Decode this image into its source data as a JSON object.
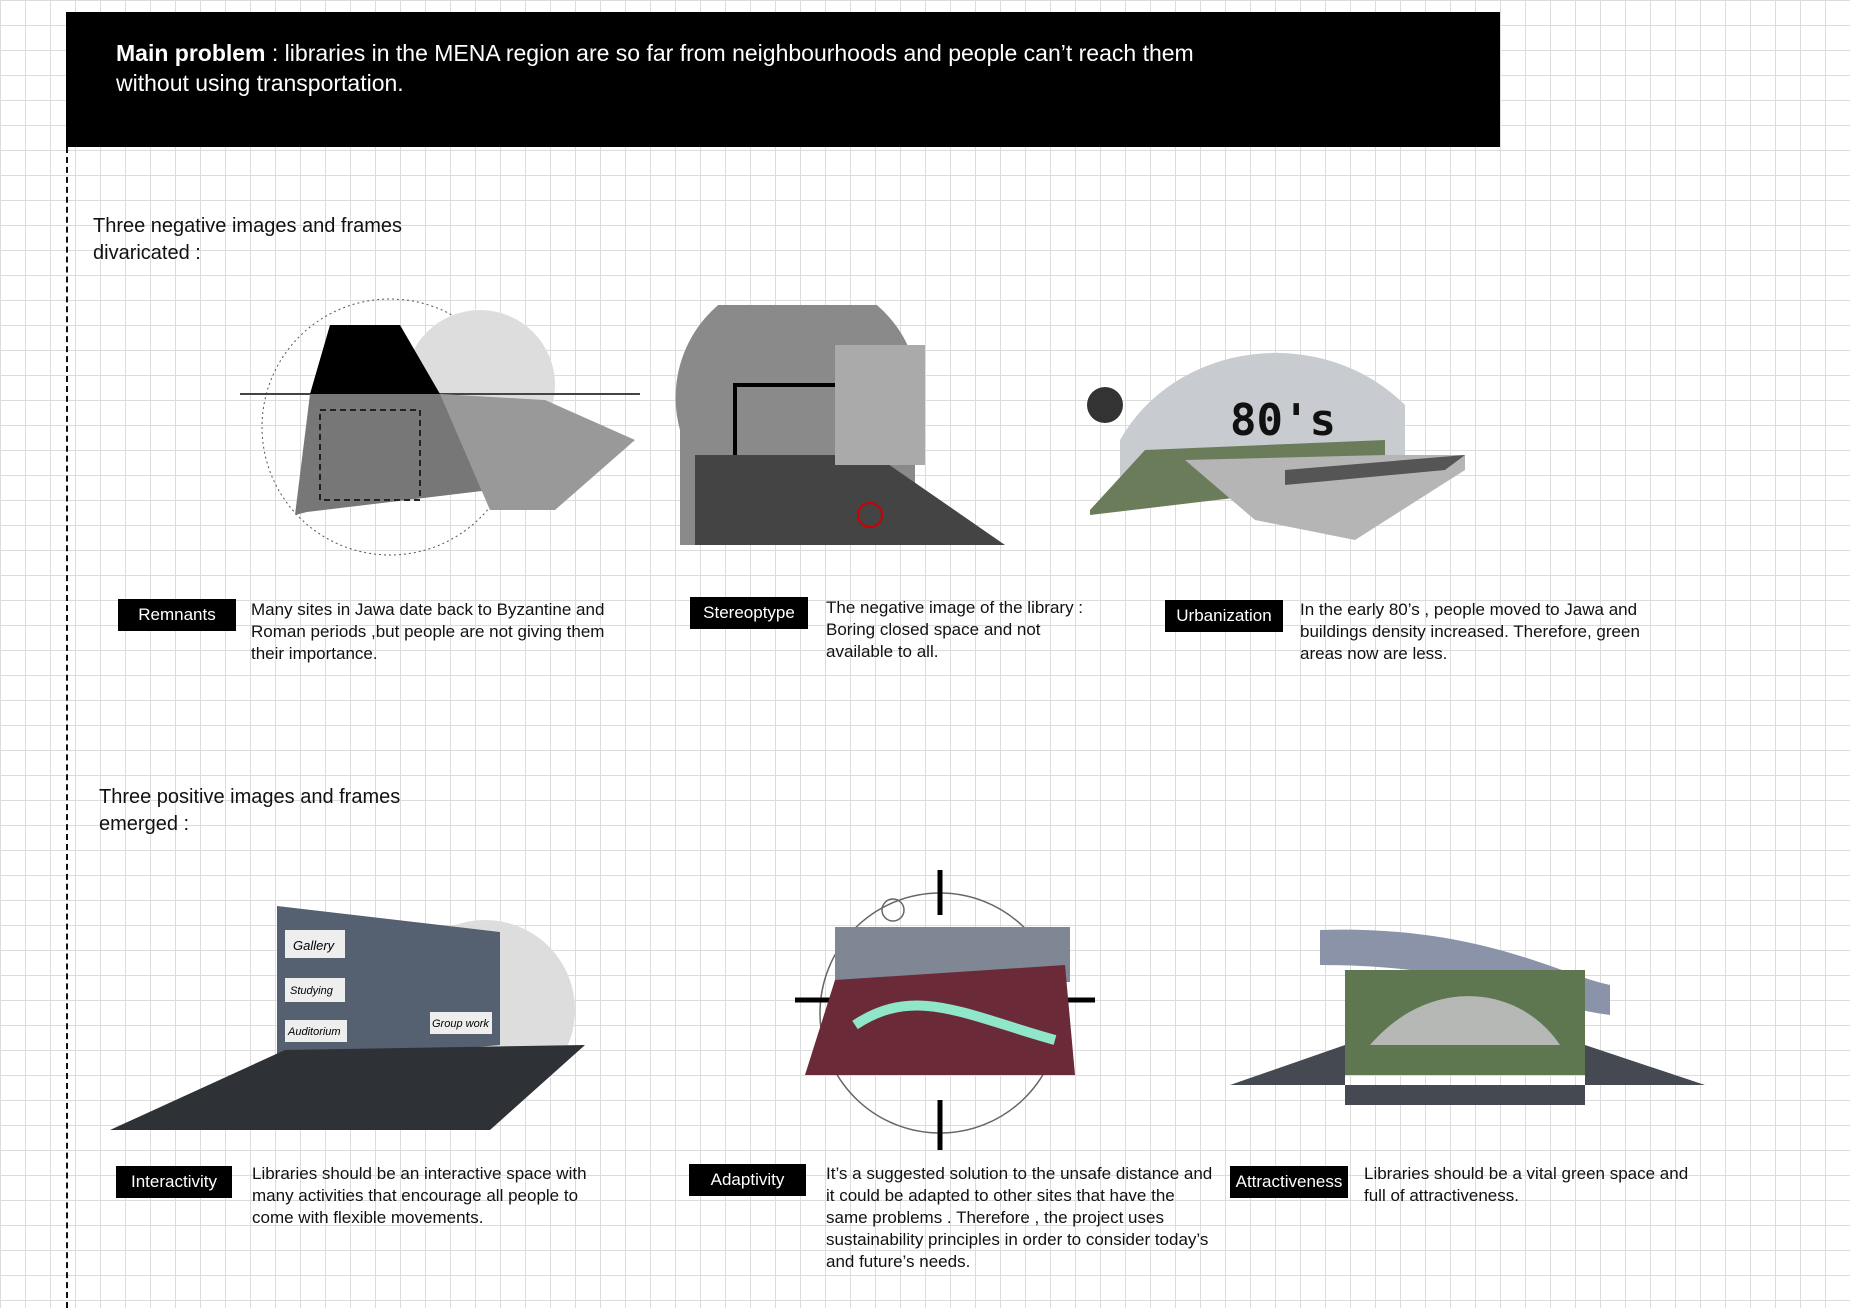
{
  "banner": {
    "bold": "Main problem",
    "text": " : libraries in  the MENA region are so far from neighbourhoods and people can’t reach them without using transportation."
  },
  "negative": {
    "heading_line1": "Three negative images and frames",
    "heading_line2": "divaricated :",
    "items": [
      {
        "tag": "Remnants",
        "text": "Many sites in Jawa date back to Byzantine and Roman periods ,but people are not giving them their importance."
      },
      {
        "tag": "Stereoptype",
        "text": "The negative image of the library : Boring closed space and not available to all."
      },
      {
        "tag": "Urbanization",
        "text": "In the early 80’s , people moved to Jawa and buildings density increased. Therefore, green areas now are less.",
        "image_text": "80's"
      }
    ]
  },
  "positive": {
    "heading_line1": "Three positive images and frames",
    "heading_line2": " emerged :",
    "items": [
      {
        "tag": "Interactivity",
        "text": "Libraries should be an interactive space with many activities that encourage all people to come with flexible movements.",
        "image_labels": [
          "Gallery",
          "Studying",
          "Auditorium",
          "Group work"
        ]
      },
      {
        "tag": "Adaptivity",
        "text": "It’s a suggested solution to the unsafe distance and it could be adapted to other sites that have the same problems . Therefore , the project uses sustainability principles in order  to consider today’s and future’s needs."
      },
      {
        "tag": "Attractiveness",
        "text": "Libraries should be a vital green space and full of attractiveness."
      }
    ]
  }
}
